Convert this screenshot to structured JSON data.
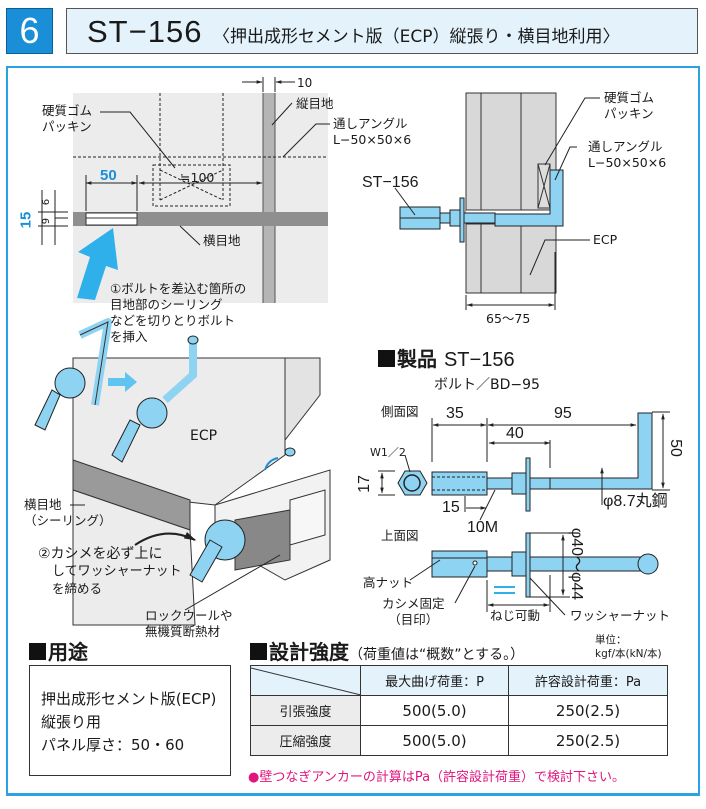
{
  "header": {
    "section_number": "6",
    "model": "ST−156",
    "subtitle": "〈押出成形セメント版（ECP）縦張り・横目地利用〉"
  },
  "plan_view": {
    "labels": {
      "rubber_packing": "硬質ゴム\nパッキン",
      "vertical_joint": "縦目地",
      "through_angle": "通しアングル\nL−50×50×6",
      "horizontal_joint": "横目地"
    },
    "dimensions": {
      "joint_width": "10",
      "bolt_offset": "50",
      "packing_width": "≒100",
      "joint_height": "15",
      "upper": "6",
      "lower": "9"
    }
  },
  "section_view": {
    "labels": {
      "rubber_packing": "硬質ゴム\nパッキン",
      "through_angle": "通しアングル\nL−50×50×6",
      "product": "ST−156",
      "ecp": "ECP",
      "thickness": "65〜75"
    }
  },
  "install_view": {
    "step1": "①ボルトを差込む箇所の\n目地部のシーリング\nなどを切りとりボルト\nを挿入",
    "ecp": "ECP",
    "horizontal_joint": "横目地\n（シーリング）",
    "step2_line1": "②カシメを必ず上に",
    "step2_line2": "してワッシャーナット",
    "step2_line3": "を締める",
    "insulation": "ロックウールや\n無機質断熱材"
  },
  "product": {
    "title": "製品",
    "model": "ST−156",
    "bolt": "ボルト／BD−95",
    "side_view": "側面図",
    "top_view": "上面図",
    "dimensions": {
      "nut_len": "35",
      "bolt_len": "95",
      "thread_len": "40",
      "hook": "50",
      "nut_height": "17",
      "nut_size": "W1／2",
      "insert": "15",
      "thread": "10M",
      "rod": "φ8.7丸鋼",
      "washer": "φ40〜φ44"
    },
    "labels": {
      "high_nut": "高ナット",
      "crimp": "カシメ固定\n（目印）",
      "screw_move": "ねじ可動",
      "washer_nut": "ワッシャーナット"
    }
  },
  "usage": {
    "title": "用途",
    "lines": [
      "押出成形セメント版(ECP)",
      "縦張り用",
      "パネル厚さ：50・60"
    ]
  },
  "strength": {
    "title": "設計強度",
    "note": "（荷重値は“概数”とする。）",
    "unit": "単位：\nkgf/本(kN/本)",
    "columns": [
      "",
      "最大曲げ荷重：P",
      "許容設計荷重：Pa"
    ],
    "rows": [
      {
        "label": "引張強度",
        "p": "500(5.0)",
        "pa": "250(2.5)"
      },
      {
        "label": "圧縮強度",
        "p": "500(5.0)",
        "pa": "250(2.5)"
      }
    ],
    "warning": "●壁つなぎアンカーの計算はPa（許容設計荷重）で検討下さい。"
  },
  "colors": {
    "accent": "#1a8fd8",
    "frame": "#29a3e3",
    "part": "#8fd3f2",
    "panel": "#ececec",
    "joint": "#999999",
    "warning": "#e0157f"
  }
}
